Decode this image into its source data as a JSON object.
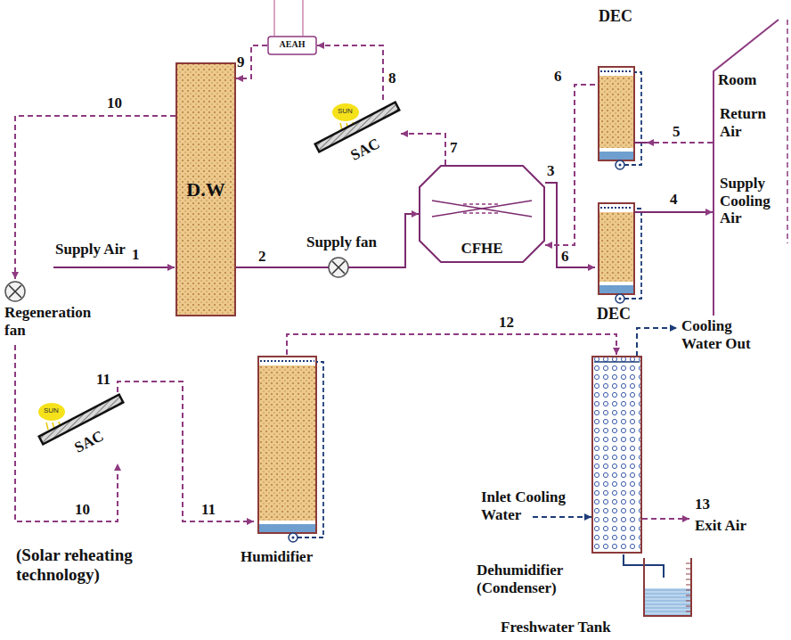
{
  "diagram": {
    "nodes": [
      {
        "text": [
          "AEAH"
        ]
      },
      {
        "text": [
          "DEC"
        ]
      },
      {
        "text": [
          "D.W"
        ]
      },
      {
        "text": [
          "SAC"
        ]
      },
      {
        "text": [
          "Room"
        ]
      },
      {
        "text": [
          "Supply fan"
        ]
      },
      {
        "text": [
          "CFHE"
        ]
      },
      {
        "text": [
          "DEC"
        ]
      },
      {
        "text": [
          "Regeneration fan"
        ]
      },
      {
        "text": [
          "SAC"
        ]
      },
      {
        "text": [
          "Humidifier"
        ]
      },
      {
        "text": [
          "Dehumidifier (Condenser)"
        ]
      },
      {
        "text": [
          "Freshwater Tank"
        ]
      }
    ],
    "edges": [
      {
        "from": 2,
        "to": 5,
        "arrow": "none"
      },
      {
        "from": 5,
        "to": 6,
        "arrow": "to"
      },
      {
        "from": 6,
        "to": 7,
        "arrow": "to"
      },
      {
        "from": 7,
        "to": 4,
        "arrow": "to"
      },
      {
        "from": 4,
        "to": 1,
        "arrow": "to"
      },
      {
        "from": 1,
        "to": 6,
        "arrow": "to"
      },
      {
        "from": 6,
        "to": 3,
        "arrow": "to"
      },
      {
        "from": 3,
        "to": 0,
        "arrow": "to"
      },
      {
        "from": 0,
        "to": 2,
        "arrow": "to"
      },
      {
        "from": 2,
        "to": 8,
        "arrow": "to"
      },
      {
        "from": 8,
        "to": 9,
        "arrow": "to"
      },
      {
        "from": 9,
        "to": 10,
        "arrow": "to"
      },
      {
        "from": 10,
        "to": 11,
        "arrow": "to"
      }
    ],
    "labels": [
      "SUN",
      "SUN",
      "1",
      "2",
      "3",
      "4",
      "5",
      "6",
      "6",
      "7",
      "8",
      "9",
      "10",
      "10",
      "11",
      "11",
      "12",
      "13",
      "Supply Air",
      "Return Air",
      "Supply Cooling Air",
      "Cooling Water Out",
      "Inlet Cooling Water",
      "Exit Air",
      "(Solar reheating technology)"
    ]
  }
}
